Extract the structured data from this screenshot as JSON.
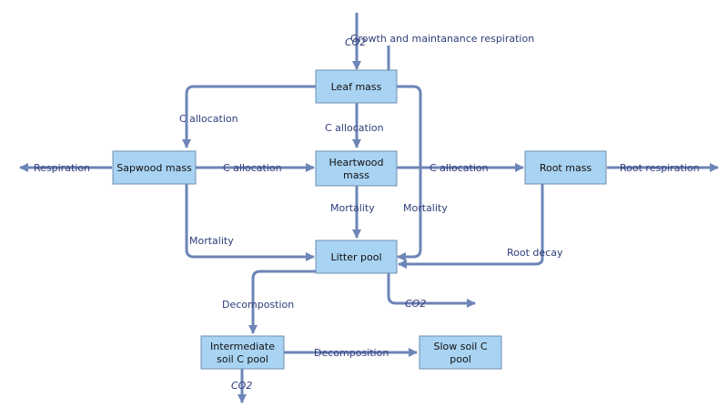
{
  "nodes": {
    "leaf": "Leaf mass",
    "sapwood": "Sapwood mass",
    "heartwood_1": "Heartwood",
    "heartwood_2": "mass",
    "root": "Root mass",
    "litter": "Litter pool",
    "intermediate_1": "Intermediate",
    "intermediate_2": "soil C pool",
    "slow_1": "Slow soil C",
    "slow_2": "pool"
  },
  "labels": {
    "growth_resp": "Growth and maintanance respiration",
    "co2_top": "CO2",
    "c_alloc_left": "C allocation",
    "c_alloc_center": "C allocation",
    "c_alloc_sap_heart": "C allocation",
    "c_alloc_heart_root": "C allocation",
    "respiration": "Respiration",
    "root_respiration": "Root respiration",
    "mortality_heart": "Mortality",
    "mortality_leaf": "Mortality",
    "mortality_sap": "Mortality",
    "root_decay": "Root decay",
    "co2_litter": "CO2",
    "decompostion": "Decompostion",
    "decomposition": "Decomposition",
    "co2_bottom": "CO2"
  },
  "colors": {
    "box_fill": "#a9d3f2",
    "box_border": "#6f8fb0",
    "arrow": "#6d85b7",
    "label_text": "#2f3d7a"
  }
}
